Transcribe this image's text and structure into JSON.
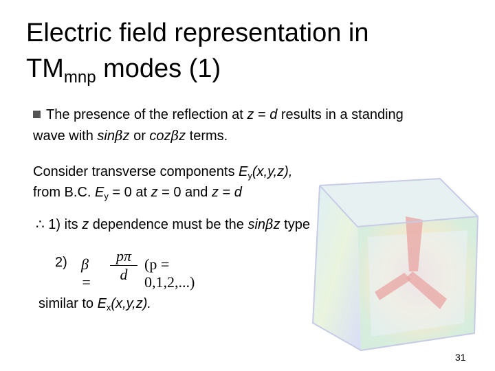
{
  "slide": {
    "title_main_1": "Electric field representation in",
    "title_main_2a": "TM",
    "title_sub": "mnp",
    "title_main_2b": " modes (1)",
    "bullet1_a": "The presence of the reflection at ",
    "bullet1_z": "z",
    "bullet1_b": " = ",
    "bullet1_d": "d",
    "bullet1_c": " results in a standing",
    "bullet1_line2_a": "wave with ",
    "bullet1_sin": "sin",
    "bullet1_beta1": "β",
    "bullet1_z2": "z",
    "bullet1_or": " or ",
    "bullet1_coz": "coz",
    "bullet1_beta2": "β",
    "bullet1_z3": "z",
    "bullet1_terms": " terms.",
    "consider_a": "Consider transverse components ",
    "consider_E": "E",
    "consider_sub": "y",
    "consider_args": "(x,y,z),",
    "bc_a": "from B.C. ",
    "bc_E": "E",
    "bc_sub": "y",
    "bc_b": " = 0 at ",
    "bc_z1": "z",
    "bc_c": " = 0 and ",
    "bc_z2": "z",
    "bc_d": " = ",
    "bc_dd": "d",
    "therefore_sym": "∴",
    "item1_a": " 1) its ",
    "item1_z": "z",
    "item1_b": " dependence must be the ",
    "item1_sin": "sin",
    "item1_beta": "β",
    "item1_z2": "z",
    "item1_c": " type",
    "item2_label": "2)",
    "formula_beta": "β =",
    "formula_num": "pπ",
    "formula_den": "d",
    "formula_range": "(p = 0,1,2,...)",
    "similar_a": "similar to ",
    "similar_E": "E",
    "similar_sub": "x",
    "similar_args": "(x,y,z).",
    "page_number": "31"
  },
  "colors": {
    "bullet": "#555555",
    "text": "#000000"
  }
}
